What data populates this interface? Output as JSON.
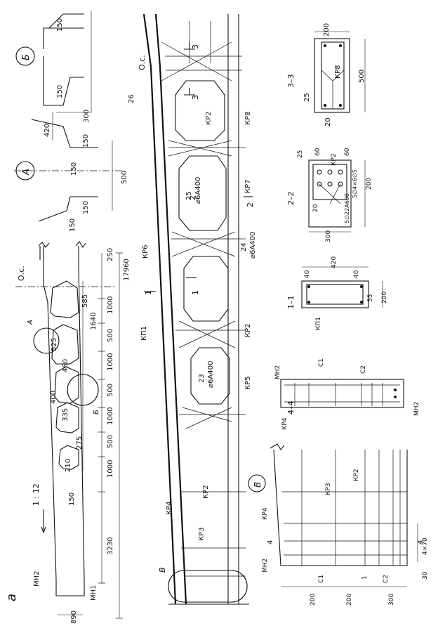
{
  "view_labels": {
    "a": "а",
    "b_detail": "Б",
    "a_detail": "А",
    "v_detail": "В"
  },
  "beam_elevation": {
    "os": "О.с.",
    "slope": "1 : 12",
    "mesh": "МН2",
    "mesh_end": "МН1",
    "overall_span": "17960",
    "dim_250": "250",
    "dim_890": "890",
    "dim_3230": "3230",
    "opening_widths": [
      "1000",
      "500",
      "1000",
      "500",
      "1000",
      "500",
      "1000"
    ],
    "opening_heights": [
      "585",
      "525",
      "460",
      "400",
      "335",
      "275",
      "210"
    ],
    "dim_1640": "1640",
    "dim_150": "150",
    "callout_a": "А",
    "callout_b": "Б"
  },
  "detail_b": {
    "dims": [
      "150",
      "150",
      "300"
    ]
  },
  "detail_a": {
    "dims": [
      "420",
      "150",
      "150",
      "500",
      "150",
      "150"
    ]
  },
  "reinforcement": {
    "os": "О.с.",
    "bar_26": "26",
    "bar_25": "25",
    "bar_24": "24",
    "bar_23": "23",
    "rebar_spec": "⌀6А400",
    "frames": [
      "КР2",
      "КР8",
      "КР7",
      "КР6",
      "КП1",
      "КР5",
      "КР4",
      "КР3"
    ],
    "section_marks": [
      "1",
      "2",
      "3",
      "4"
    ],
    "detail_v": "В"
  },
  "section_3_3": {
    "title": "3–3",
    "dims": [
      "200",
      "500",
      "25",
      "20"
    ],
    "frame": "КР8"
  },
  "section_2_2": {
    "title": "2–2",
    "dims": [
      "25",
      "60",
      "60",
      "5∅22А600",
      "5∅4×6∅5",
      "200",
      "20",
      "300"
    ],
    "frame": "КР2"
  },
  "section_1_1": {
    "title": "1–1",
    "dims": [
      "40",
      "420",
      "40",
      "55",
      "200"
    ],
    "frame": "КП1"
  },
  "section_4_4": {
    "title": "4–4",
    "labels": [
      "МН2",
      "С1",
      "С2",
      "КР4",
      "МН2"
    ]
  },
  "detail_v_view": {
    "labels": [
      "КР4",
      "КР3",
      "КР2",
      "МН2",
      "С1",
      "С2",
      "1",
      "4",
      "4"
    ],
    "dims": [
      "200",
      "200",
      "300",
      "4×70",
      "30"
    ]
  }
}
